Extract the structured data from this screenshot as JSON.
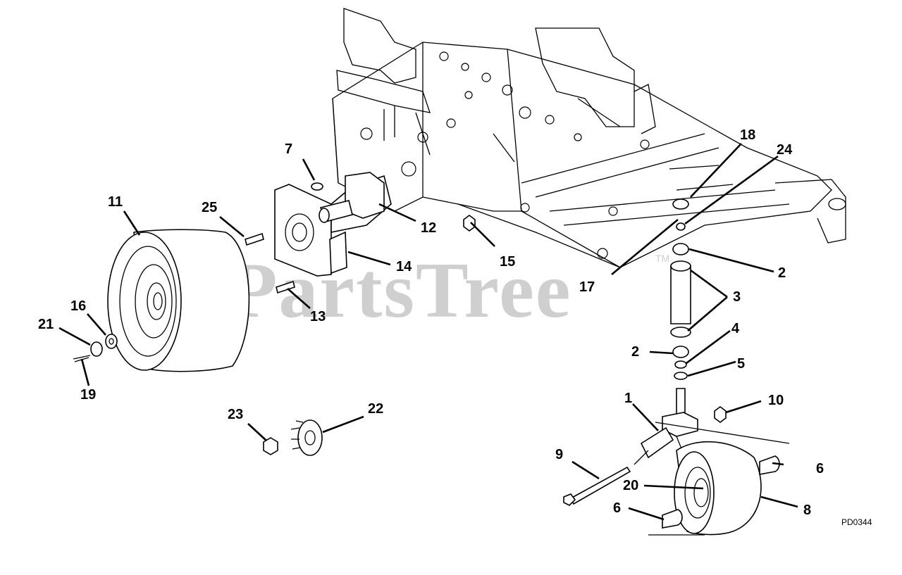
{
  "watermark": {
    "text": "PartsTree",
    "tm": "TM"
  },
  "drawing_code": "PD0344",
  "callouts": [
    {
      "id": "c1",
      "label": "1"
    },
    {
      "id": "c2a",
      "label": "2"
    },
    {
      "id": "c2b",
      "label": "2"
    },
    {
      "id": "c3",
      "label": "3"
    },
    {
      "id": "c4",
      "label": "4"
    },
    {
      "id": "c5",
      "label": "5"
    },
    {
      "id": "c6a",
      "label": "6"
    },
    {
      "id": "c6b",
      "label": "6"
    },
    {
      "id": "c7",
      "label": "7"
    },
    {
      "id": "c8",
      "label": "8"
    },
    {
      "id": "c9",
      "label": "9"
    },
    {
      "id": "c10",
      "label": "10"
    },
    {
      "id": "c11",
      "label": "11"
    },
    {
      "id": "c12",
      "label": "12"
    },
    {
      "id": "c13",
      "label": "13"
    },
    {
      "id": "c14",
      "label": "14"
    },
    {
      "id": "c15",
      "label": "15"
    },
    {
      "id": "c16",
      "label": "16"
    },
    {
      "id": "c17",
      "label": "17"
    },
    {
      "id": "c18",
      "label": "18"
    },
    {
      "id": "c19",
      "label": "19"
    },
    {
      "id": "c20",
      "label": "20"
    },
    {
      "id": "c21",
      "label": "21"
    },
    {
      "id": "c22",
      "label": "22"
    },
    {
      "id": "c23",
      "label": "23"
    },
    {
      "id": "c24",
      "label": "24"
    },
    {
      "id": "c25",
      "label": "25"
    }
  ]
}
